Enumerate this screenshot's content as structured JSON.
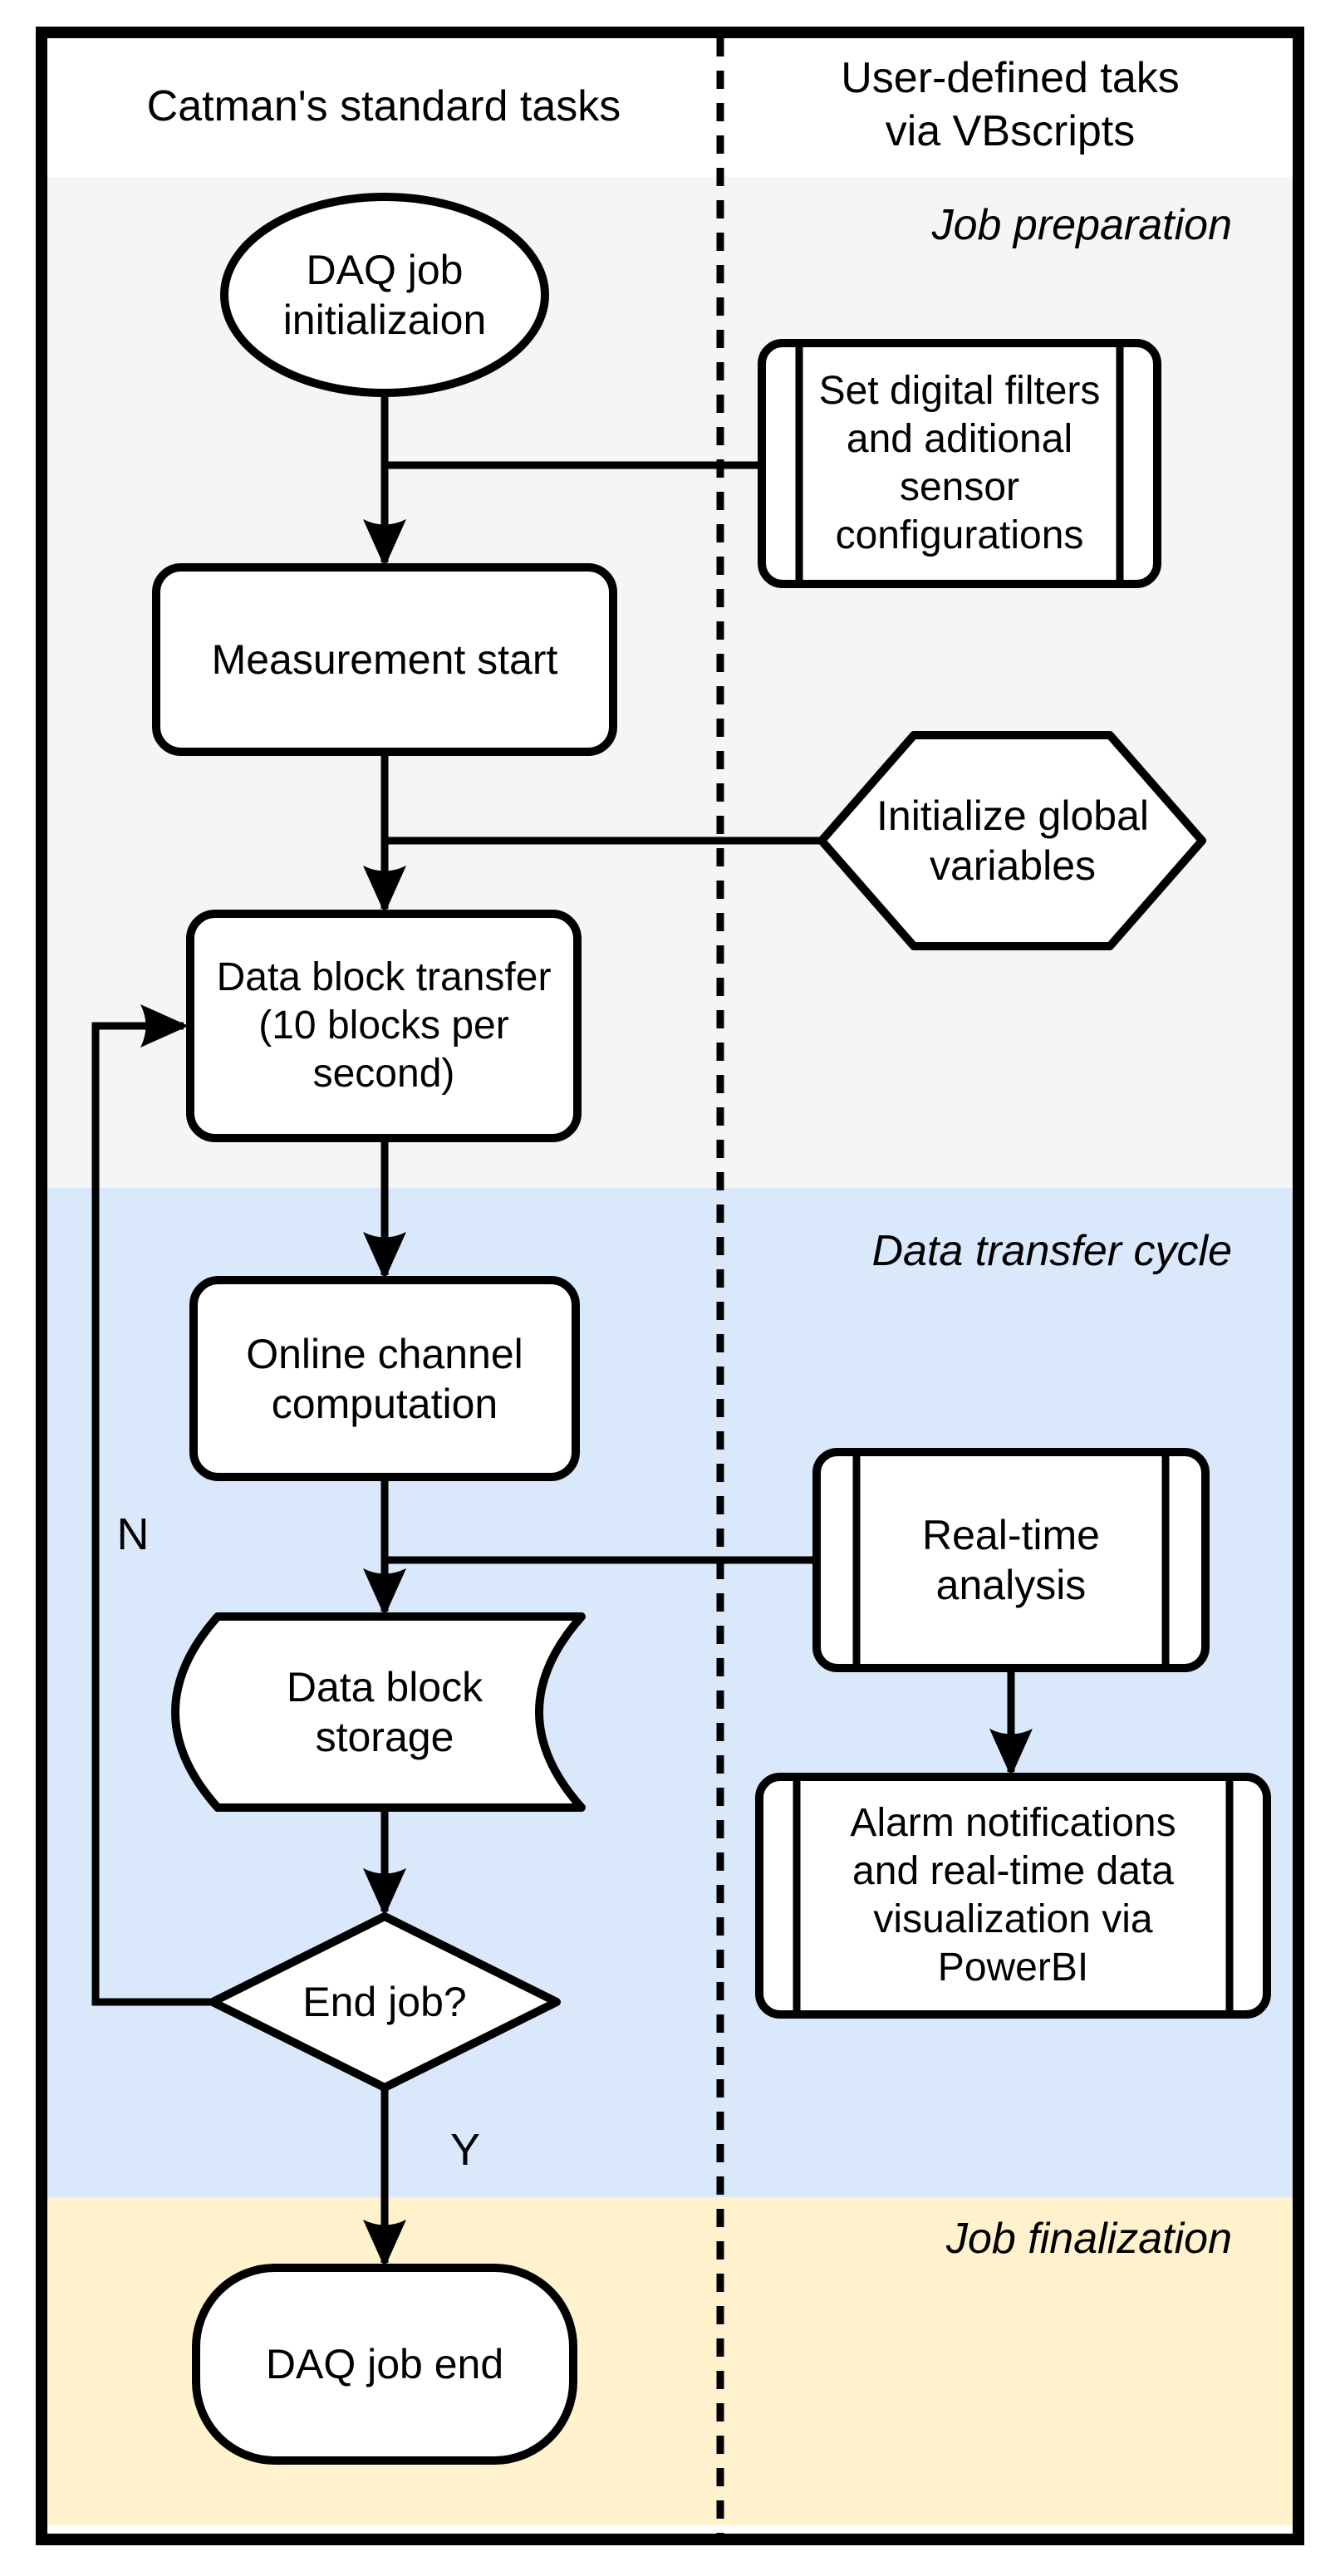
{
  "columns": {
    "left_title": "Catman's standard tasks",
    "right_title_line1": "User-defined taks",
    "right_title_line2": "via VBscripts"
  },
  "bands": {
    "job_preparation": {
      "label": "Job preparation"
    },
    "data_transfer_cycle": {
      "label": "Data transfer cycle"
    },
    "job_finalization": {
      "label": "Job finalization"
    }
  },
  "nodes": {
    "daq_job_init": {
      "shape": "terminator-ellipse",
      "lines": [
        "DAQ job",
        "initializaion"
      ]
    },
    "set_digital_filters": {
      "shape": "predefined-process",
      "lines": [
        "Set digital filters",
        "and aditional",
        "sensor",
        "configurations"
      ]
    },
    "measurement_start": {
      "shape": "process",
      "lines": [
        "Measurement start"
      ]
    },
    "init_global_vars": {
      "shape": "preparation-hexagon",
      "lines": [
        "Initialize global",
        "variables"
      ]
    },
    "data_block_transfer": {
      "shape": "process",
      "lines": [
        "Data block transfer",
        "(10 blocks per",
        "second)"
      ]
    },
    "online_channel_computation": {
      "shape": "process",
      "lines": [
        "Online channel",
        "computation"
      ]
    },
    "real_time_analysis": {
      "shape": "predefined-process",
      "lines": [
        "Real-time",
        "analysis"
      ]
    },
    "data_block_storage": {
      "shape": "stored-data",
      "lines": [
        "Data block",
        "storage"
      ]
    },
    "alarm_notifications": {
      "shape": "predefined-process",
      "lines": [
        "Alarm notifications",
        "and real-time data",
        "visualization via",
        "PowerBI"
      ]
    },
    "end_job_decision": {
      "shape": "decision-diamond",
      "lines": [
        "End job?"
      ]
    },
    "daq_job_end": {
      "shape": "terminator",
      "lines": [
        "DAQ job end"
      ]
    }
  },
  "edge_labels": {
    "no": "N",
    "yes": "Y"
  },
  "colors": {
    "stroke": "#000000",
    "shape_fill": "#ffffff",
    "band_gray": "#f5f5f5",
    "band_blue": "#dae8fc",
    "band_yellow": "#fff2cc"
  }
}
